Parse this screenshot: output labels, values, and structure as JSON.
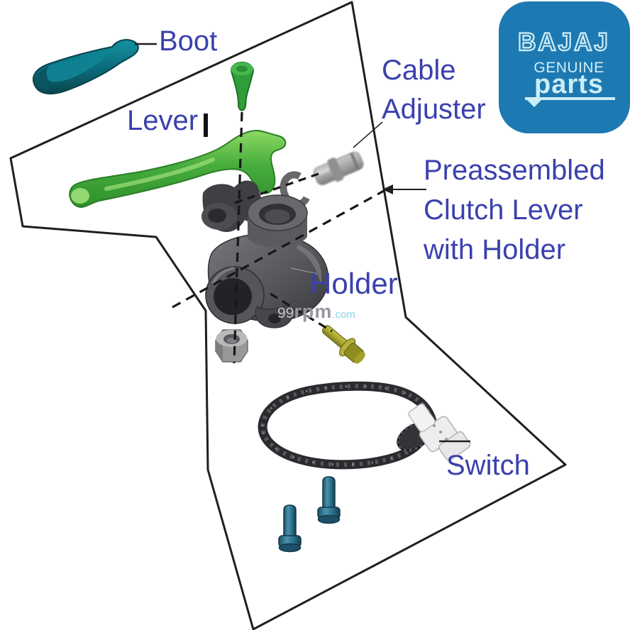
{
  "diagram": {
    "labels": {
      "boot": "Boot",
      "lever": "Lever",
      "cable_adjuster_line1": "Cable",
      "cable_adjuster_line2": "Adjuster",
      "preassembled_line1": "Preassembled",
      "preassembled_line2": "Clutch Lever",
      "preassembled_line3": "with Holder",
      "holder": "Holder",
      "switch": "Switch"
    },
    "parts": [
      {
        "name": "boot",
        "color": "#0c6d7e"
      },
      {
        "name": "lever",
        "color": "#47ad3c"
      },
      {
        "name": "pivot-pin",
        "color": "#2f9e38"
      },
      {
        "name": "cable-adjuster",
        "color": "#a9a9ab"
      },
      {
        "name": "lock-washer",
        "color": "#68686c"
      },
      {
        "name": "holder",
        "color": "#56565b"
      },
      {
        "name": "nut",
        "color": "#98989b"
      },
      {
        "name": "pivot-bolt",
        "color": "#a9a72f"
      },
      {
        "name": "switch-wire-loop",
        "color": "#2b2b2f"
      },
      {
        "name": "switch-connector",
        "color": "#ededee"
      },
      {
        "name": "mount-bolts",
        "color": "#2d7590"
      }
    ]
  },
  "logo": {
    "brand": "BAJAJ",
    "genuine": "GENUINE",
    "parts": "parts",
    "bg_color": "#1d79b2",
    "text_color": "#cdedf6"
  },
  "watermark": {
    "num": "99",
    "name": "rpm",
    "tld": ".com"
  },
  "palette": {
    "label_text": "#3a41ad",
    "outline": "#1f1f1f",
    "dashed_line": "#171717"
  }
}
